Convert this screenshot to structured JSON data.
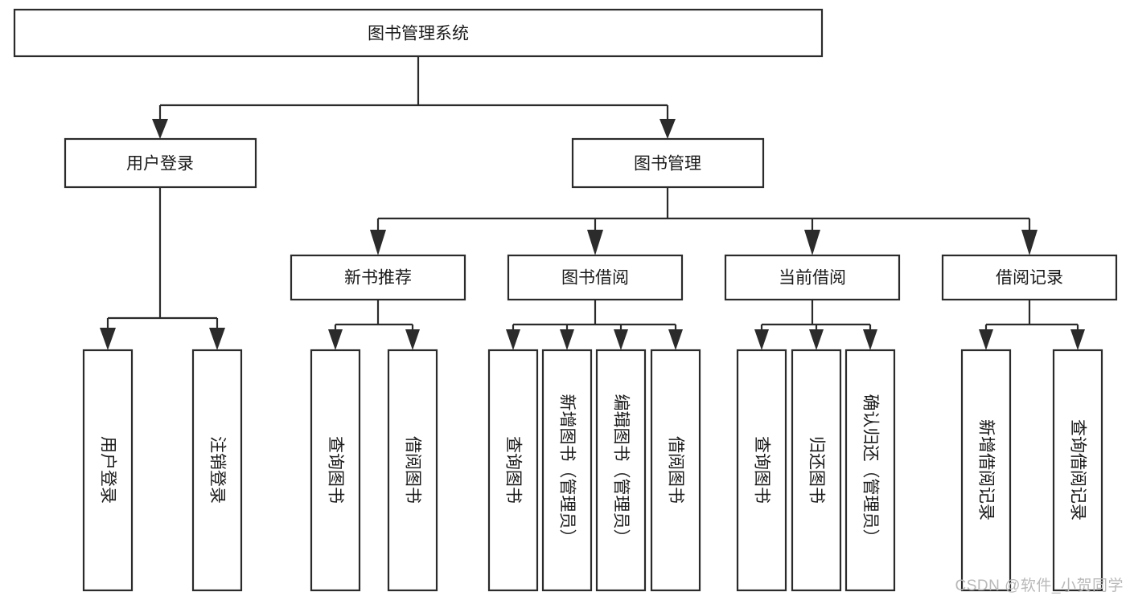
{
  "diagram": {
    "type": "tree-hierarchy",
    "title": "图书管理系统",
    "colors": {
      "stroke": "#2b2b2b",
      "fill": "#ffffff",
      "text": "#1a1a1a",
      "background": "#ffffff",
      "watermark": "#b9b9b9"
    },
    "root": {
      "label": "图书管理系统"
    },
    "level2": [
      {
        "label": "用户登录"
      },
      {
        "label": "图书管理"
      }
    ],
    "level3": [
      {
        "label": "新书推荐"
      },
      {
        "label": "图书借阅"
      },
      {
        "label": "当前借阅"
      },
      {
        "label": "借阅记录"
      }
    ],
    "leaves": {
      "user_login": [
        {
          "label": "用户登录"
        },
        {
          "label": "注销登录"
        }
      ],
      "new_book_recommend": [
        {
          "label": "查询图书"
        },
        {
          "label": "借阅图书"
        }
      ],
      "book_borrow": [
        {
          "label": "查询图书"
        },
        {
          "label": "新增图书（管理员）"
        },
        {
          "label": "编辑图书（管理员）"
        },
        {
          "label": "借阅图书"
        }
      ],
      "current_borrow": [
        {
          "label": "查询图书"
        },
        {
          "label": "归还图书"
        },
        {
          "label": "确认归还（管理员）"
        }
      ],
      "borrow_record": [
        {
          "label": "新增借阅记录"
        },
        {
          "label": "查询借阅记录"
        }
      ]
    }
  },
  "watermark": {
    "text": "CSDN @软件_小贺同学"
  }
}
